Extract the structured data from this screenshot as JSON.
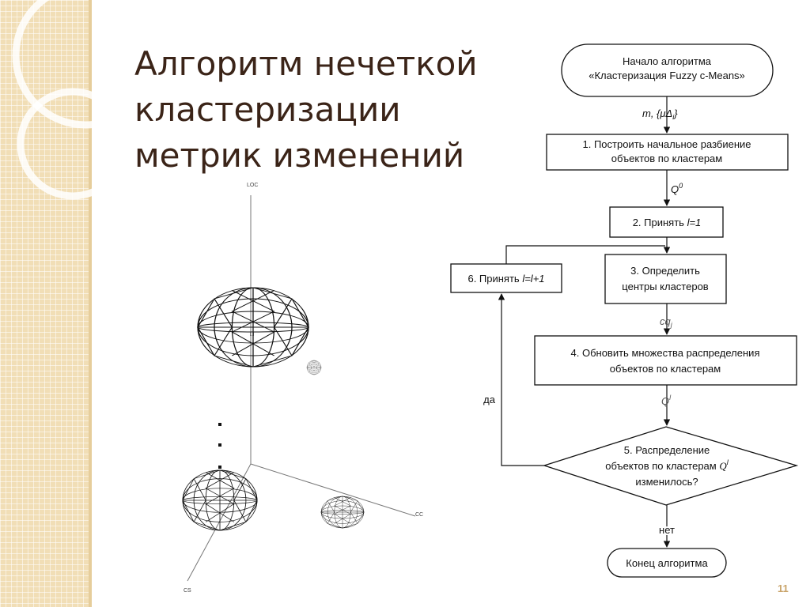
{
  "slide": {
    "title_lines": [
      "Алгоритм нечеткой",
      "кластеризации",
      "метрик изменений"
    ],
    "page_number": "11"
  },
  "plot3d": {
    "axis_labels": {
      "vertical": "LOC",
      "right": "CC",
      "front": "CS"
    }
  },
  "flowchart": {
    "start": {
      "line1": "Начало алгоритма",
      "line2": "«Кластеризация Fuzzy c-Means»"
    },
    "input_params": {
      "base": "m,  {μΔ",
      "sub": "i",
      "tail": "}"
    },
    "step1": {
      "line1": "1. Построить начальное разбиение",
      "line2": "объектов по кластерам"
    },
    "q0": {
      "base": "Q",
      "sup": "0"
    },
    "step2": {
      "text": "2. Принять ",
      "var": "l=1"
    },
    "step3": {
      "line1": "3. Определить",
      "line2": "центры кластеров"
    },
    "cq": {
      "base": "cq",
      "sub": "j"
    },
    "step4": {
      "line1": "4. Обновить множества распределения",
      "line2": "объектов по кластерам"
    },
    "ql": {
      "base": "Q",
      "sup": "l"
    },
    "step5": {
      "line1": "5. Распределение",
      "line2": "объектов по кластерам ",
      "var": "Q",
      "sup": "l",
      "line3": "изменилось?"
    },
    "step6": {
      "text": "6. Принять ",
      "var": "l=l+1"
    },
    "yes_label": "да",
    "no_label": "нет",
    "end": {
      "text": "Конец алгоритма"
    }
  }
}
